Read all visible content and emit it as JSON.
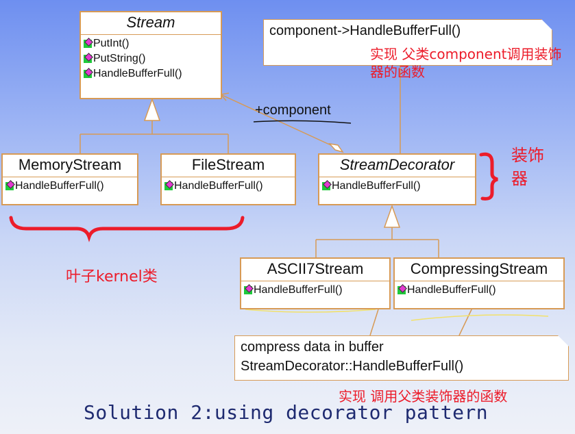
{
  "classes": {
    "stream": {
      "name": "Stream",
      "ops": [
        "PutInt()",
        "PutString()",
        "HandleBufferFull()"
      ]
    },
    "memory_stream": {
      "name": "MemoryStream",
      "ops": [
        "HandleBufferFull()"
      ]
    },
    "file_stream": {
      "name": "FileStream",
      "ops": [
        "HandleBufferFull()"
      ]
    },
    "stream_decorator": {
      "name": "StreamDecorator",
      "ops": [
        "HandleBufferFull()"
      ]
    },
    "ascii7_stream": {
      "name": "ASCII7Stream",
      "ops": [
        "HandleBufferFull()"
      ]
    },
    "compressing_stream": {
      "name": "CompressingStream",
      "ops": [
        "HandleBufferFull()"
      ]
    }
  },
  "association_label": "+component",
  "notes": {
    "top": "component->HandleBufferFull()",
    "bottom_line1": "compress data in buffer",
    "bottom_line2": "StreamDecorator::HandleBufferFull()"
  },
  "annotations": {
    "impl_top": "实现 父类component调用装饰器的函数",
    "decorator": "装饰器",
    "leaf": "叶子kernel类",
    "impl_bottom": "实现 调用父类装饰器的函数"
  },
  "title": "Solution 2:using decorator pattern",
  "colors": {
    "box_border": "#d79a55",
    "annotation_red": "#ec1c2a",
    "title_blue": "#1e2a70",
    "op_icon_green": "#1fc93a",
    "op_icon_magenta": "#e23ad0"
  }
}
